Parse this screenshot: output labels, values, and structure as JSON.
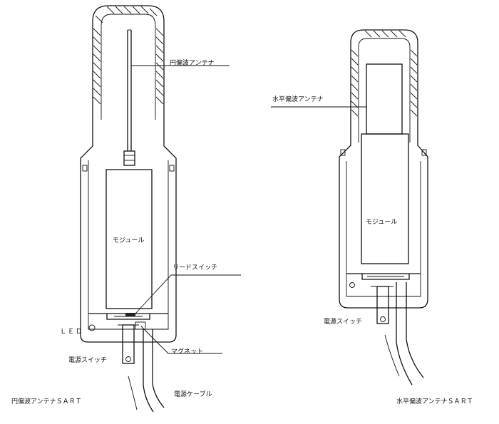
{
  "left_figure": {
    "antenna_label": "円偏波アンテナ",
    "module_label": "モジュール",
    "reed_switch_label": "リードスイッチ",
    "led_label": "ＬＥＤ",
    "magnet_label": "マグネット",
    "power_switch_label": "電源スイッチ",
    "power_cable_label": "電源ケーブル",
    "caption": "円偏波アンテナＳＡＲＴ"
  },
  "right_figure": {
    "antenna_label": "水平偏波アンテナ",
    "module_label": "モジュール",
    "power_switch_label": "電源スイッチ",
    "caption": "水平偏波アンテナＳＡＲＴ"
  }
}
